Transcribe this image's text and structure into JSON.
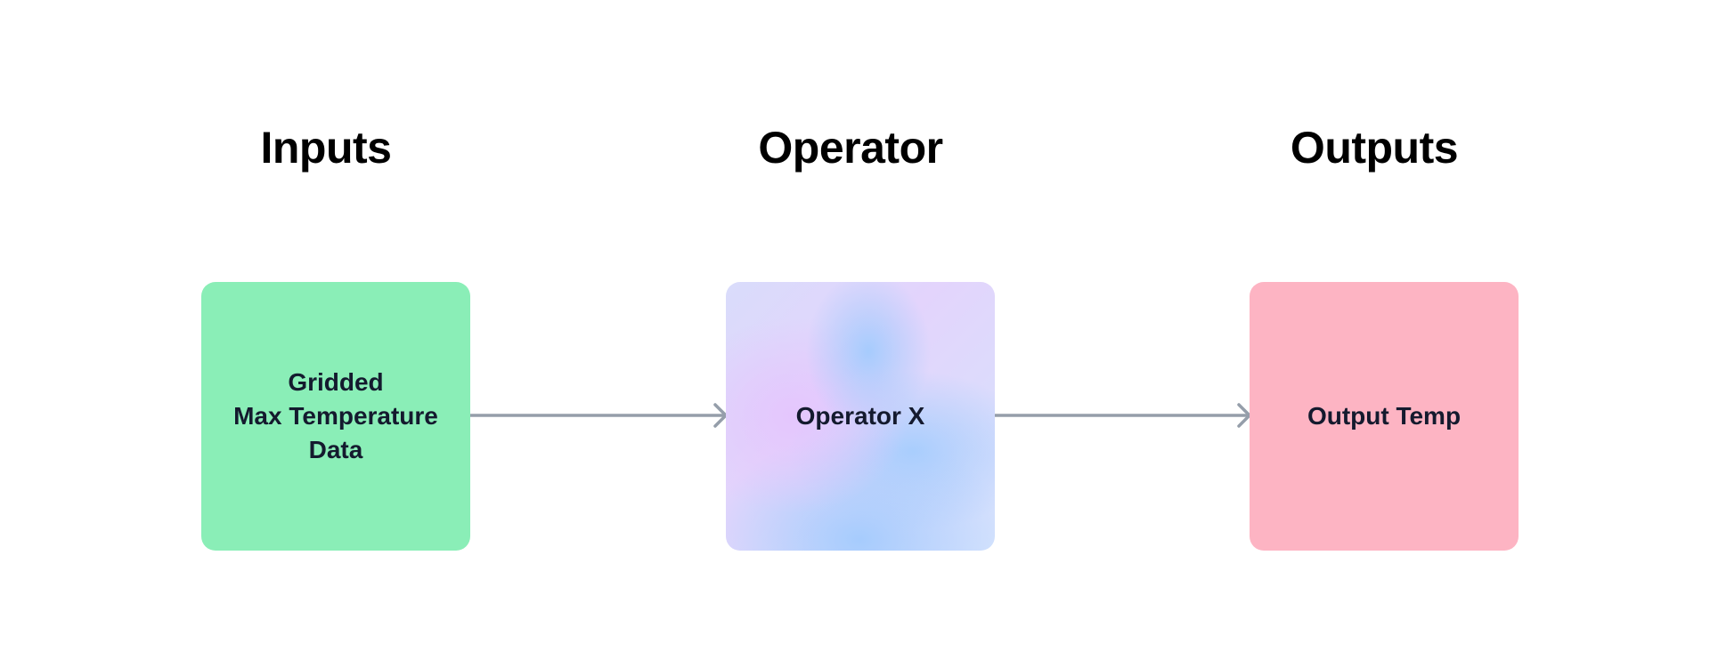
{
  "headings": {
    "inputs": "Inputs",
    "operator": "Operator",
    "outputs": "Outputs"
  },
  "nodes": {
    "input": {
      "label": "Gridded\nMax Temperature\nData",
      "color": "#8aeeb7"
    },
    "operator": {
      "label": "Operator X",
      "color": "#a6ccfd"
    },
    "output": {
      "label": "Output Temp",
      "color": "#fdb4c3"
    }
  },
  "connectors": {
    "color": "#959eaa"
  }
}
